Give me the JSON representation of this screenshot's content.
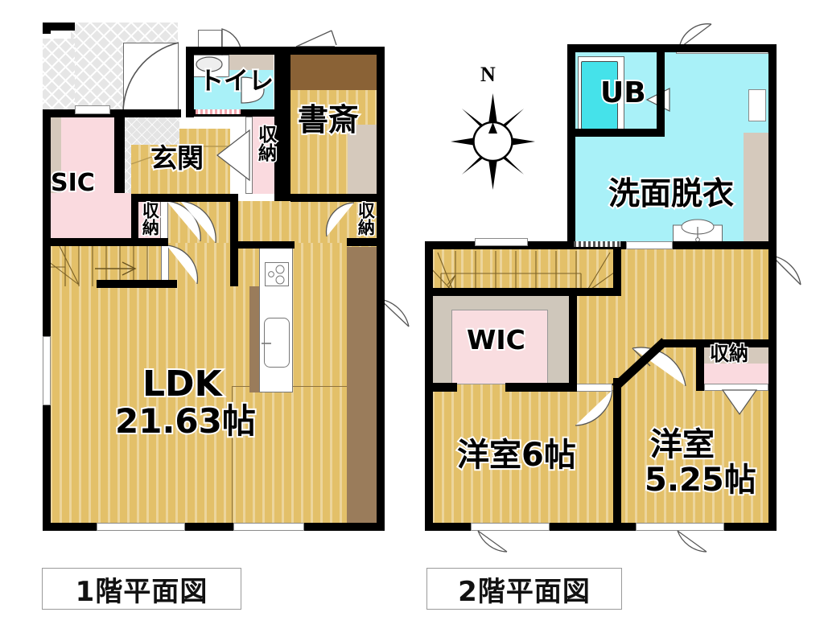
{
  "page": {
    "title": "住宅間取り図 (House Floor Plan)",
    "background_color": "#ffffff"
  },
  "colors": {
    "floor_wood": "#e3c069",
    "wall": "#000000",
    "closet_pink": "#fadadf",
    "bath_cyan": "#a9f1f8",
    "tub_cyan": "#45e2ea",
    "beige": "#d5c9bc",
    "study_brown": "#8a6236",
    "ldk_brown": "#9a7c5b",
    "tile_gray": "#e6e6e6"
  },
  "compass": {
    "label": "N",
    "icon": "compass-rose-icon"
  },
  "floor1": {
    "caption": "1階平面図",
    "rooms": [
      {
        "key": "sic",
        "label": "SIC",
        "orientation": "horizontal"
      },
      {
        "key": "genkan",
        "label": "玄関",
        "orientation": "horizontal"
      },
      {
        "key": "toilet",
        "label": "トイレ",
        "orientation": "horizontal"
      },
      {
        "key": "study",
        "label": "書斎",
        "orientation": "horizontal"
      },
      {
        "key": "ldk",
        "label": "LDK",
        "orientation": "horizontal"
      },
      {
        "key": "ldk_size",
        "label": "21.63帖",
        "orientation": "horizontal"
      }
    ],
    "closets": [
      {
        "key": "closet-toilet-side",
        "label": "収納",
        "orientation": "vertical"
      },
      {
        "key": "closet-hall-left",
        "label": "収納",
        "orientation": "vertical"
      },
      {
        "key": "closet-hall-right",
        "label": "収納",
        "orientation": "vertical"
      }
    ],
    "fixtures": [
      {
        "key": "kitchen-stove",
        "name": "stove-icon",
        "burners": 3
      },
      {
        "key": "kitchen-sink",
        "name": "sink-icon"
      },
      {
        "key": "toilet-bowl",
        "name": "toilet-icon"
      },
      {
        "key": "stairs-up",
        "name": "stairs-icon",
        "direction_marker": ">"
      }
    ]
  },
  "floor2": {
    "caption": "2階平面図",
    "rooms": [
      {
        "key": "ub",
        "label": "UB",
        "orientation": "horizontal"
      },
      {
        "key": "washroom",
        "label": "洗面脱衣",
        "orientation": "horizontal"
      },
      {
        "key": "wic",
        "label": "WIC",
        "orientation": "horizontal"
      },
      {
        "key": "bedroom1",
        "label": "洋室6帖",
        "orientation": "horizontal"
      },
      {
        "key": "bedroom2",
        "label": "洋室",
        "orientation": "horizontal"
      },
      {
        "key": "bedroom2_size",
        "label": "5.25帖",
        "orientation": "horizontal"
      }
    ],
    "closets": [
      {
        "key": "closet-bedroom2",
        "label": "収納",
        "orientation": "horizontal"
      }
    ],
    "fixtures": [
      {
        "key": "bathtub",
        "name": "bathtub-icon"
      },
      {
        "key": "washbasin",
        "name": "washbasin-icon"
      },
      {
        "key": "stairs-down",
        "name": "stairs-icon"
      }
    ]
  }
}
